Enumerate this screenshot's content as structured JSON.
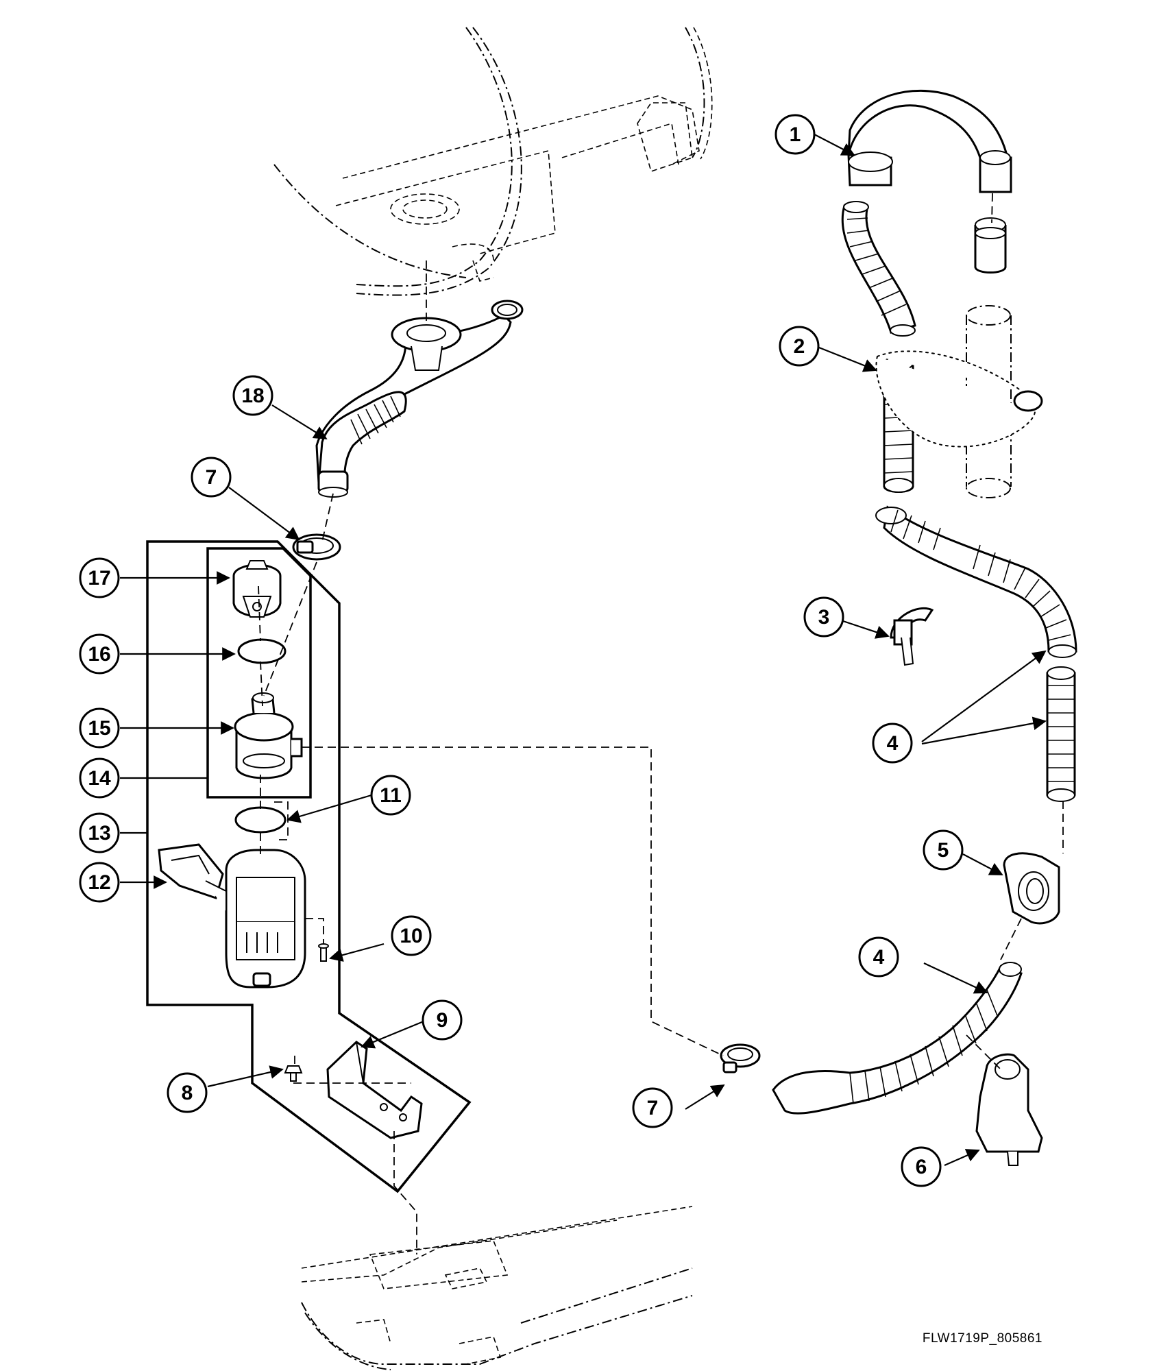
{
  "diagram": {
    "callouts": [
      "1",
      "2",
      "3",
      "4",
      "5",
      "6",
      "7",
      "8",
      "9",
      "10",
      "11",
      "12",
      "13",
      "14",
      "15",
      "16",
      "17",
      "18"
    ],
    "document_id": "FLW1719P_805861"
  },
  "colors": {
    "line": "#000000",
    "background": "#ffffff"
  }
}
